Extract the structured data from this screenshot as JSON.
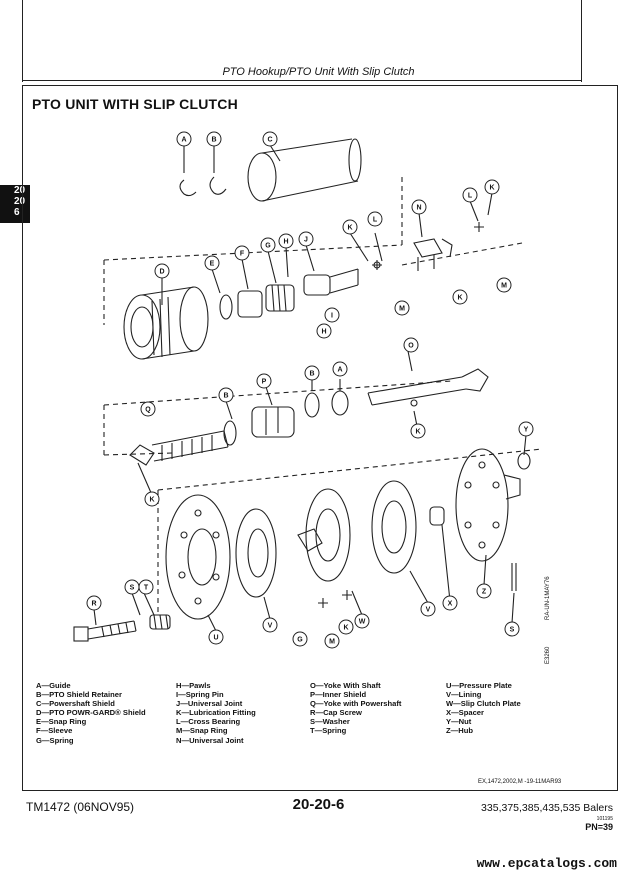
{
  "header": {
    "title": "PTO Hookup/PTO Unit With Slip Clutch"
  },
  "section": {
    "title": "PTO UNIT WITH SLIP CLUTCH"
  },
  "side_tab": {
    "line1": "20",
    "line2": "20",
    "line3": "6"
  },
  "diagram": {
    "callouts": {
      "A1": "A",
      "B1": "B",
      "C": "C",
      "D": "D",
      "E": "E",
      "F": "F",
      "G": "G",
      "H1": "H",
      "J": "J",
      "K1": "K",
      "L1": "L",
      "N": "N",
      "L2": "L",
      "K2": "K",
      "M1": "M",
      "K3": "K",
      "M2": "M",
      "H2": "H",
      "I": "I",
      "O": "O",
      "P": "P",
      "B2": "B",
      "B3": "B",
      "A2": "A",
      "Q": "Q",
      "K4": "K",
      "K5": "K",
      "Y": "Y",
      "R": "R",
      "S1": "S",
      "T": "T",
      "U": "U",
      "V1": "V",
      "W": "W",
      "X": "X",
      "Z": "Z",
      "V2": "V",
      "G2": "G",
      "M3": "M",
      "K6": "K",
      "S2": "S"
    },
    "vertical_code_1": "RA-UN-1MAY76",
    "vertical_code_2": "E3260"
  },
  "legend": {
    "col1": [
      "A—Guide",
      "B—PTO Shield Retainer",
      "C—Powershaft Shield",
      "D—PTO POWR-GARD® Shield",
      "E—Snap Ring",
      "F—Sleeve",
      "G—Spring"
    ],
    "col2": [
      "H—Pawls",
      "I—Spring Pin",
      "J—Universal Joint",
      "K—Lubrication Fitting",
      "L—Cross Bearing",
      "M—Snap Ring",
      "N—Universal Joint"
    ],
    "col3": [
      "O—Yoke With Shaft",
      "P—Inner Shield",
      "Q—Yoke with Powershaft",
      "R—Cap Screw",
      "S—Washer",
      "T—Spring"
    ],
    "col4": [
      "U—Pressure Plate",
      "V—Lining",
      "W—Slip Clutch Plate",
      "X—Spacer",
      "Y—Nut",
      "Z—Hub"
    ]
  },
  "reference": "EX,1472,2002,M -19-11MAR93",
  "footer": {
    "left": "TM1472 (06NOV95)",
    "center": "20-20-6",
    "right": "335,375,385,435,535 Balers",
    "small": "101195",
    "pn": "PN=39"
  },
  "website": "www.epcatalogs.com"
}
